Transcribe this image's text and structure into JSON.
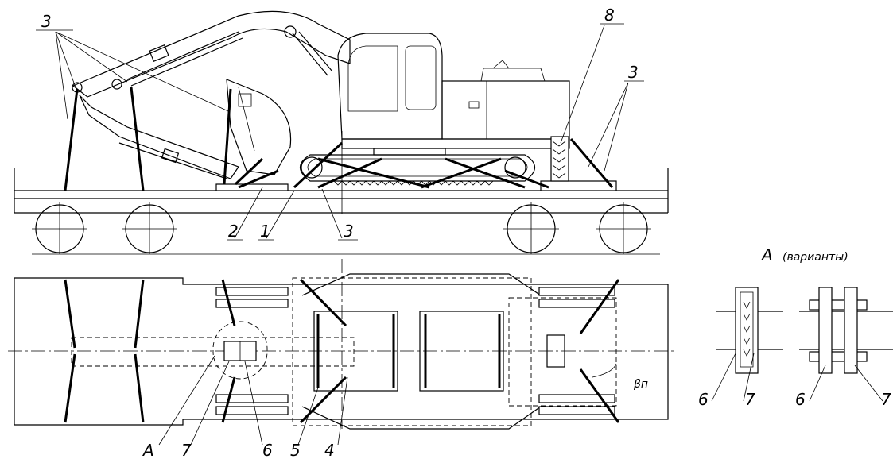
{
  "labels": {
    "l3_topleft": "3",
    "l8": "8",
    "l3_right": "3",
    "l2": "2",
    "l1": "1",
    "l3_bottom": "3",
    "lA_title": "А",
    "lA_sub": "(варианты)",
    "lA": "А",
    "l7": "7",
    "l6": "6",
    "l5": "5",
    "l4": "4",
    "lbeta": "βп",
    "v1_6": "6",
    "v1_7": "7",
    "v2_6": "6",
    "v2_7": "7"
  }
}
